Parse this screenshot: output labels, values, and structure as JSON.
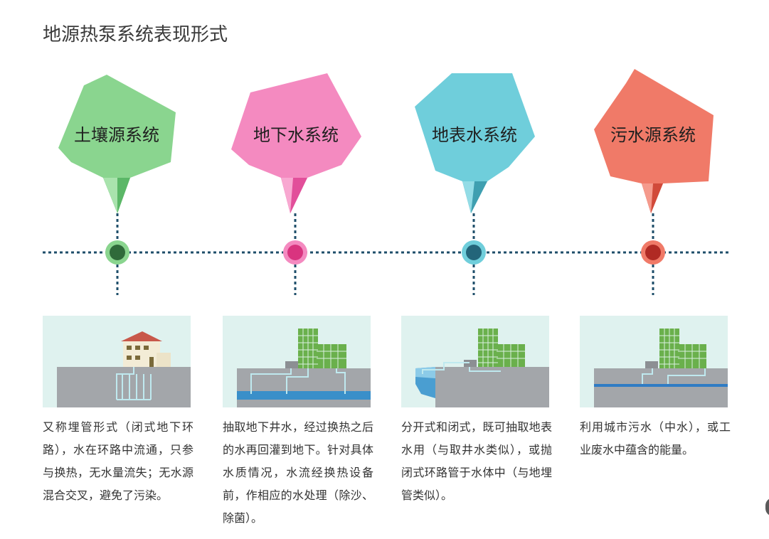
{
  "title": "地源热泵系统表现形式",
  "colors": {
    "timeline": "#1e4e6a",
    "soil": "#8ad58f",
    "groundwater": "#f48ac0",
    "surface": "#6fcedb",
    "sewage": "#f07a68"
  },
  "systems": [
    {
      "label": "土壤源系统",
      "description": "又称埋管形式（闭式地下环路），水在环路中流通，只参与换热，无水量流失；无水源混合交叉，避免了污染。"
    },
    {
      "label": "地下水系统",
      "description": "抽取地下井水，经过换热之后的水再回灌到地下。针对具体水质情况，水流经换热设备前，作相应的水处理（除沙、除菌）。"
    },
    {
      "label": "地表水系统",
      "description": "分开式和闭式，既可抽取地表水用（与取井水类似），或抛闭式环路管于水体中（与地埋管类似）。"
    },
    {
      "label": "污水源系统",
      "description": "利用城市污水（中水），或工业废水中蕴含的能量。"
    }
  ]
}
